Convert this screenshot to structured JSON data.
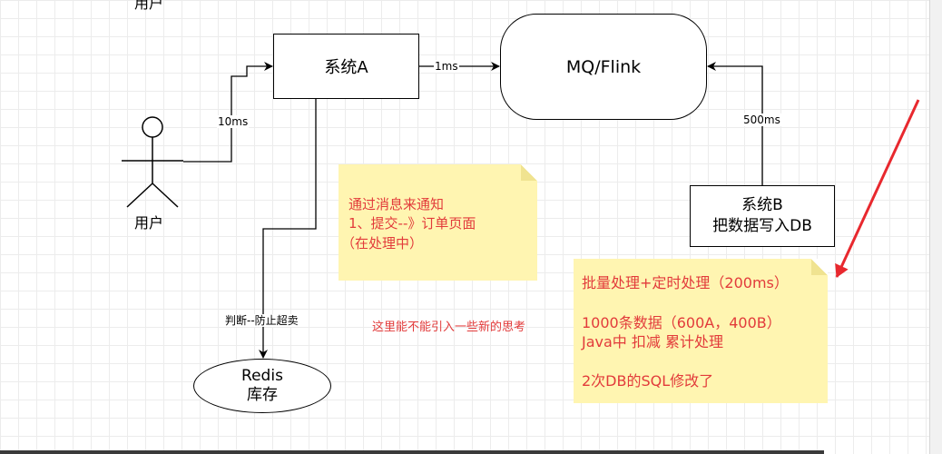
{
  "top_cut_text": "用户",
  "actor": {
    "label": "用户"
  },
  "nodes": {
    "system_a": "系统A",
    "mq": "MQ/Flink",
    "system_b_line1": "系统B",
    "system_b_line2": "把数据写入DB",
    "redis_line1": "Redis",
    "redis_line2": "库存"
  },
  "edges": {
    "user_to_a": "10ms",
    "a_to_mq": "1ms",
    "b_to_mq": "500ms",
    "a_to_redis": "判断--防止超卖"
  },
  "note_center": {
    "line1": "通过消息来通知",
    "line2": "1、提交--》订单页面",
    "line3": "（在处理中）"
  },
  "floating_text": "这里能不能引入一些新的思考",
  "note_right": {
    "line1": "批量处理+定时处理（200ms）",
    "line2": "1000条数据（600A，400B）",
    "line3": "Java中 扣减 累计处理",
    "line4": "2次DB的SQL修改了"
  },
  "colors": {
    "note_bg": "#fff5b1",
    "annotation_red": "#e23b3b",
    "arrow_red": "#e8282e",
    "grid": "#ececec"
  }
}
